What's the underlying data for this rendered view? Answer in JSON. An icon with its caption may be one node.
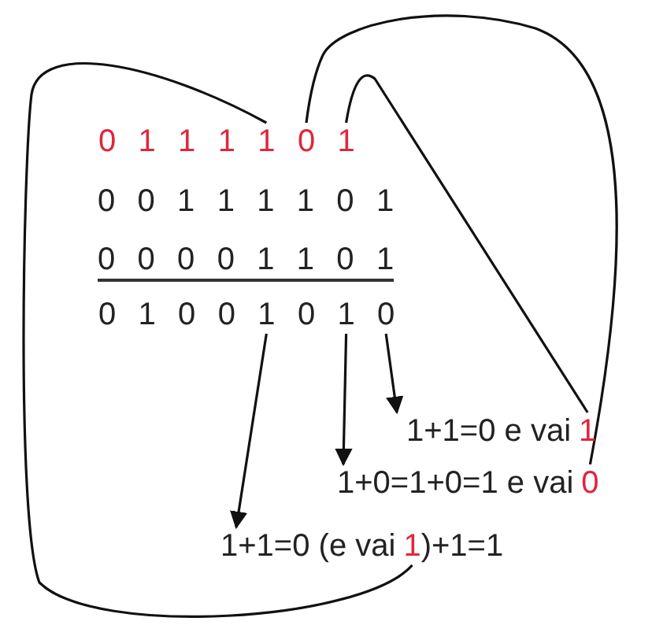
{
  "diagram": {
    "nodes": [
      {
        "text": [
          "0"
        ]
      },
      {
        "text": [
          "1"
        ]
      },
      {
        "text": [
          "1"
        ]
      },
      {
        "text": [
          "1"
        ]
      },
      {
        "text": [
          "1"
        ]
      },
      {
        "text": [
          "0"
        ]
      },
      {
        "text": [
          "1"
        ]
      },
      {
        "text": [
          "0"
        ]
      },
      {
        "text": [
          "1"
        ]
      },
      {
        "text": [
          "0"
        ]
      },
      {
        "text": [
          "0"
        ]
      },
      {
        "text": [
          "1"
        ]
      },
      {
        "text": [
          "0"
        ]
      },
      {
        "text": [
          "1"
        ]
      },
      {
        "text": [
          "0"
        ]
      },
      {
        "text": [
          "1+1=0 e vai",
          "1"
        ]
      },
      {
        "text": [
          "1+0=1+0=1 e vai",
          "0"
        ]
      },
      {
        "text": [
          "1+1=0 (e vai",
          "1",
          ")+1=1"
        ]
      }
    ],
    "edges": [
      {
        "from": 11,
        "to": 17,
        "arrow": "to"
      },
      {
        "from": 13,
        "to": 16,
        "arrow": "to"
      },
      {
        "from": 14,
        "to": 15,
        "arrow": "to"
      },
      {
        "from": 15,
        "to": 6,
        "arrow": "none"
      },
      {
        "from": 16,
        "to": 5,
        "arrow": "none"
      },
      {
        "from": 17,
        "to": 4,
        "arrow": "none"
      }
    ],
    "labels": [
      "0 0 1 1 1 1 0 1",
      "0 0 0 0 1 1 0 1"
    ]
  }
}
